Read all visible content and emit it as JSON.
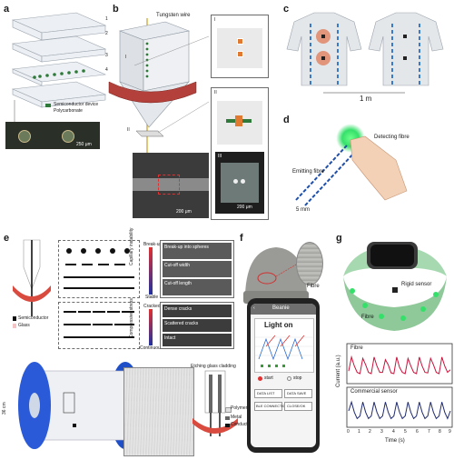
{
  "panels": {
    "a": {
      "label": "a",
      "layers": [
        "1",
        "2",
        "3",
        "4"
      ],
      "legend": [
        "Semiconductor device",
        "Polycarbonate"
      ],
      "scale": "250 μm"
    },
    "b": {
      "label": "b",
      "wire_label": "Tungsten wire",
      "marker_I": "I",
      "marker_II": "II",
      "inset_I": "I",
      "inset_II": "II",
      "inset_III": "III",
      "scale_main": "200 μm",
      "scale_inset": "200 μm"
    },
    "c": {
      "label": "c",
      "distance": "1 m"
    },
    "d": {
      "label": "d",
      "emitting": "Emitting fibre",
      "detecting": "Detecting fibre",
      "gap": "5 mm"
    },
    "e": {
      "label": "e",
      "top_axis": {
        "top": "Break-up",
        "bottom": "Stable",
        "mid": "Capillary instability"
      },
      "bot_axis": {
        "top": "Cracked",
        "bottom": "Continuous",
        "mid": "Compressive stress"
      },
      "micro_labels": [
        "Break-up into spheres",
        "Cut-off width",
        "Cut-off length"
      ],
      "crack_labels": [
        "Dense cracks",
        "Scattered cracks",
        "Intact"
      ],
      "legend": [
        "Semiconductor",
        "Glass"
      ],
      "drum_height": "36 cm",
      "etch": "Etching glass cladding",
      "cross_legend": [
        "Polymer cladding",
        "Metal",
        "Conductive polymer"
      ]
    },
    "f": {
      "label": "f",
      "fibre": "Fibre",
      "app_title": "Beanie",
      "light_on": "Light on",
      "buttons": [
        "DATA LIST",
        "DATA SAVE",
        "BLE CONNECTION",
        "CLOSE/OK"
      ],
      "toggle": [
        "start",
        "stop"
      ]
    },
    "g": {
      "label": "g",
      "rigid_sensor": "Rigid sensor",
      "fibre": "Fibre",
      "chart_fibre": "Fibre",
      "chart_commercial": "Commercial sensor",
      "ylabel": "Current (a.u.)",
      "xlabel": "Time (s)",
      "xticks": [
        "0",
        "1",
        "2",
        "3",
        "4",
        "5",
        "6",
        "7",
        "8",
        "9"
      ]
    }
  },
  "colors": {
    "fibre_red": "#c8143c",
    "commercial_navy": "#1f2a6e",
    "glow_green": "#35e06a",
    "drum_blue": "#1f4fc8",
    "heat_red": "#e06030"
  },
  "chart_data": [
    {
      "type": "line",
      "title": "Fibre",
      "xlabel": "Time (s)",
      "ylabel": "Current (a.u.)",
      "xlim": [
        0,
        9
      ],
      "x": [
        0,
        0.25,
        0.5,
        0.75,
        1,
        1.25,
        1.5,
        1.75,
        2,
        2.25,
        2.5,
        2.75,
        3,
        3.25,
        3.5,
        3.75,
        4,
        4.25,
        4.5,
        4.75,
        5,
        5.25,
        5.5,
        5.75,
        6,
        6.25,
        6.5,
        6.75,
        7,
        7.25,
        7.5,
        7.75,
        8,
        8.25,
        8.5,
        8.75,
        9
      ],
      "series": [
        {
          "name": "Fibre",
          "values": [
            0.35,
            0.9,
            0.55,
            0.3,
            0.25,
            0.85,
            0.6,
            0.3,
            0.25,
            0.9,
            0.55,
            0.3,
            0.3,
            0.8,
            0.6,
            0.28,
            0.25,
            0.9,
            0.5,
            0.3,
            0.25,
            0.85,
            0.55,
            0.3,
            0.25,
            0.9,
            0.55,
            0.3,
            0.28,
            0.85,
            0.6,
            0.3,
            0.25,
            0.9,
            0.55,
            0.3,
            0.4
          ]
        }
      ]
    },
    {
      "type": "line",
      "title": "Commercial sensor",
      "xlabel": "Time (s)",
      "ylabel": "Current (a.u.)",
      "xlim": [
        0,
        9
      ],
      "x": [
        0,
        0.25,
        0.5,
        0.75,
        1,
        1.25,
        1.5,
        1.75,
        2,
        2.25,
        2.5,
        2.75,
        3,
        3.25,
        3.5,
        3.75,
        4,
        4.25,
        4.5,
        4.75,
        5,
        5.25,
        5.5,
        5.75,
        6,
        6.25,
        6.5,
        6.75,
        7,
        7.25,
        7.5,
        7.75,
        8,
        8.25,
        8.5,
        8.75,
        9
      ],
      "series": [
        {
          "name": "Commercial sensor",
          "values": [
            0.5,
            0.85,
            0.45,
            0.2,
            0.3,
            0.85,
            0.45,
            0.2,
            0.3,
            0.85,
            0.45,
            0.2,
            0.3,
            0.85,
            0.45,
            0.2,
            0.3,
            0.85,
            0.45,
            0.2,
            0.3,
            0.85,
            0.45,
            0.2,
            0.3,
            0.85,
            0.45,
            0.2,
            0.3,
            0.85,
            0.45,
            0.2,
            0.3,
            0.85,
            0.45,
            0.2,
            0.5
          ]
        }
      ]
    }
  ]
}
